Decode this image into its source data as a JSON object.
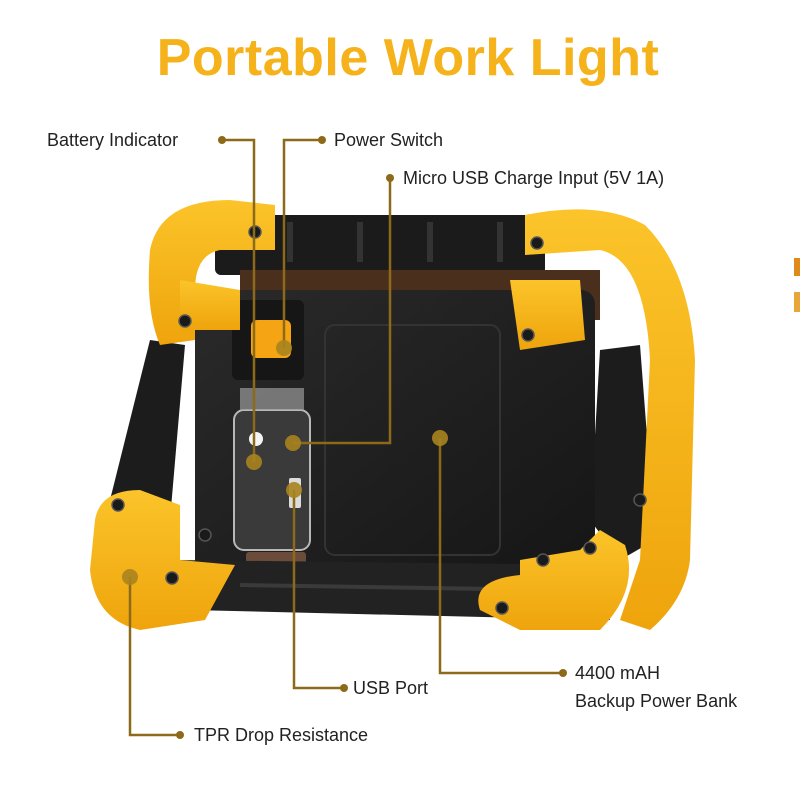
{
  "title": "Portable Work Light",
  "colors": {
    "title": "#F5B21B",
    "callout": "#8C6A1A",
    "body_black": "#1E1E1E",
    "frame_yellow": "#F7B416"
  },
  "callouts": [
    {
      "id": "battery-indicator",
      "text": "Battery Indicator"
    },
    {
      "id": "power-switch",
      "text": "Power Switch"
    },
    {
      "id": "micro-usb",
      "text": "Micro USB Charge Input (5V 1A)"
    },
    {
      "id": "usb-port",
      "text": "USB Port"
    },
    {
      "id": "power-bank",
      "line1": "4400 mAH",
      "line2": "Backup Power Bank"
    },
    {
      "id": "tpr",
      "text": "TPR Drop Resistance"
    }
  ]
}
